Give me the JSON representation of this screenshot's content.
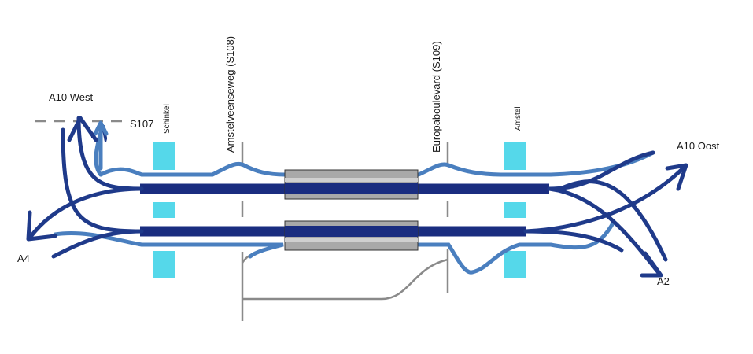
{
  "labels": {
    "a10_west": "A10  West",
    "a10_oost": "A10 Oost",
    "a4": "A4",
    "a2": "A2",
    "s107": "S107",
    "s108": "Amstelveenseweg (S108)",
    "s109": "Europaboulevard (S109)",
    "schinkel": "Schinkel",
    "amstel": "Amstel"
  },
  "colors": {
    "mainline": "#1a2d80",
    "ramp_dark": "#1f3a8a",
    "ramp_light": "#4a7fbf",
    "bridge": "#55d8ea",
    "tunnel_fill": "#a9a9a9",
    "tunnel_edge": "#333333",
    "road_grey": "#8a8a8a"
  }
}
